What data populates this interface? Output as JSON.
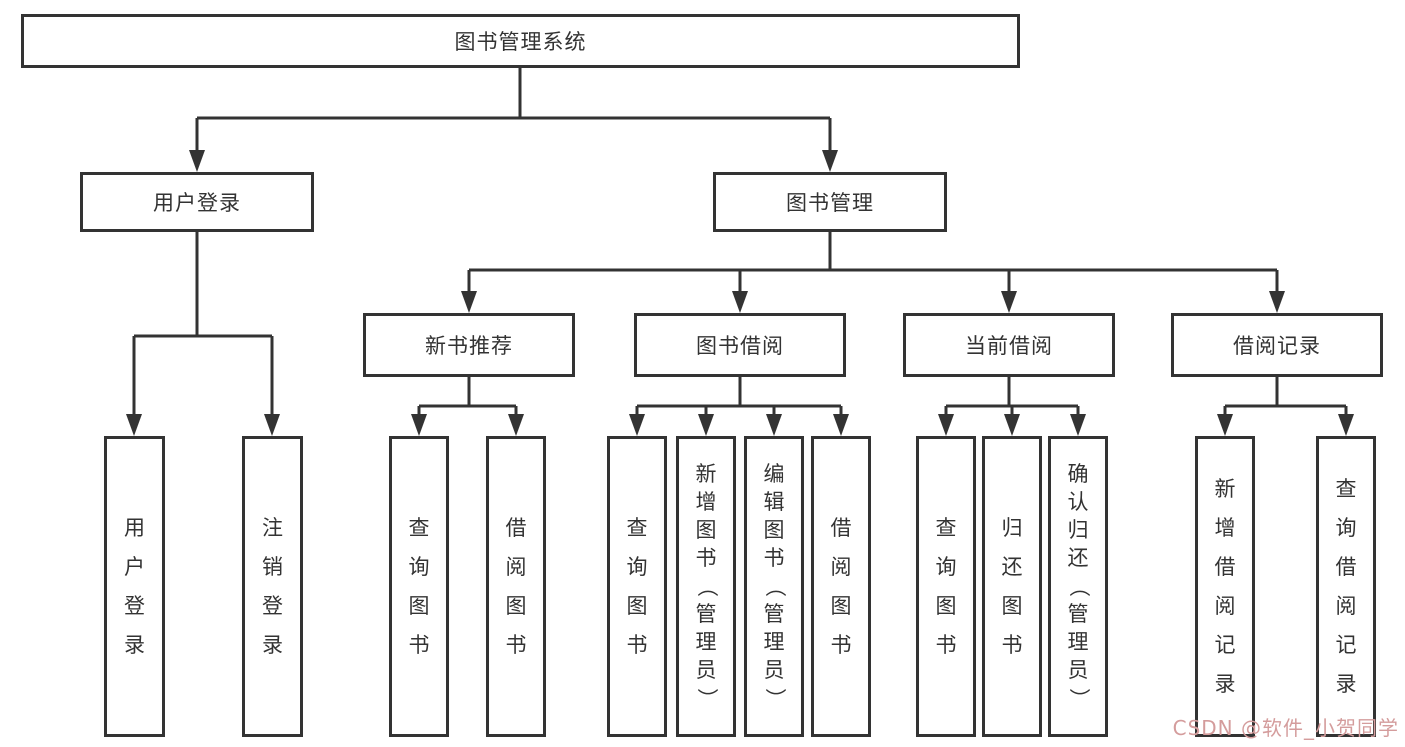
{
  "diagram": {
    "root": {
      "label": "图书管理系统"
    },
    "branches": [
      {
        "label": "用户登录",
        "children": [
          {
            "label": "用户登录"
          },
          {
            "label": "注销登录"
          }
        ]
      },
      {
        "label": "图书管理",
        "sections": [
          {
            "label": "新书推荐",
            "children": [
              {
                "label": "查询图书"
              },
              {
                "label": "借阅图书"
              }
            ]
          },
          {
            "label": "图书借阅",
            "children": [
              {
                "label": "查询图书"
              },
              {
                "label": "新增图书（管理员）"
              },
              {
                "label": "编辑图书（管理员）"
              },
              {
                "label": "借阅图书"
              }
            ]
          },
          {
            "label": "当前借阅",
            "children": [
              {
                "label": "查询图书"
              },
              {
                "label": "归还图书"
              },
              {
                "label": "确认归还（管理员）"
              }
            ]
          },
          {
            "label": "借阅记录",
            "children": [
              {
                "label": "新增借阅记录"
              },
              {
                "label": "查询借阅记录"
              }
            ]
          }
        ]
      }
    ],
    "watermark": "CSDN @软件_小贺同学",
    "colors": {
      "line": "#333333",
      "text": "#333333",
      "box_background": "#ffffff",
      "watermark": "#d49c9c"
    }
  }
}
